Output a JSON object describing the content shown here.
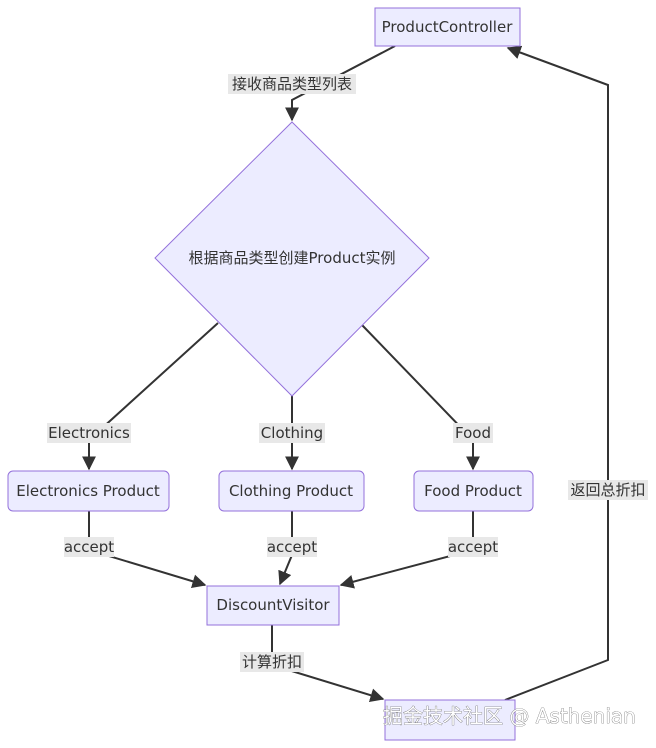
{
  "nodes": {
    "controller": "ProductController",
    "decision": "根据商品类型创建Product实例",
    "electronics": "Electronics Product",
    "clothing": "Clothing Product",
    "food": "Food Product",
    "visitor": "DiscountVisitor"
  },
  "edges": {
    "receive": "接收商品类型列表",
    "electronics": "Electronics",
    "clothing": "Clothing",
    "food": "Food",
    "accept1": "accept",
    "accept2": "accept",
    "accept3": "accept",
    "calculate": "计算折扣",
    "return": "返回总折扣"
  },
  "watermark": "掘金技术社区 @ Asthenian",
  "colors": {
    "node_fill": "#ECECFF",
    "node_stroke": "#9370DB",
    "edge": "#333333",
    "label_bg": "#e8e8e8"
  }
}
